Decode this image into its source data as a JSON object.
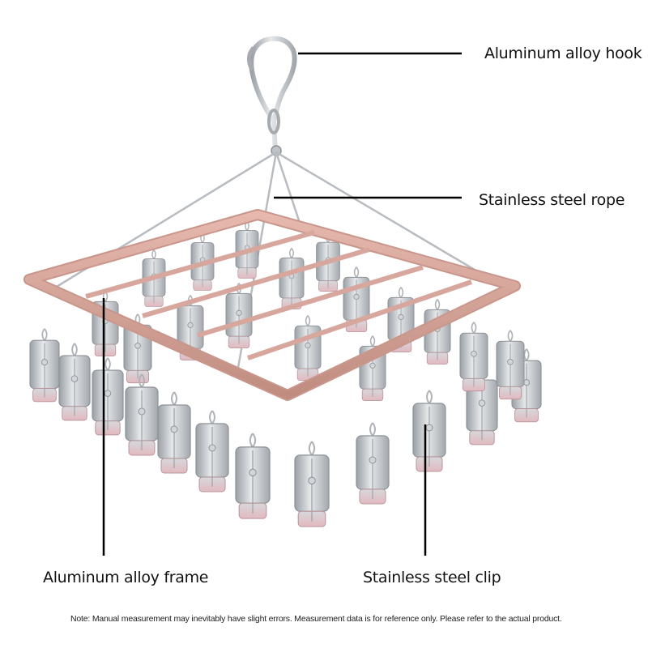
{
  "labels": {
    "hook": "Aluminum alloy hook",
    "rope": "Stainless steel rope",
    "frame": "Aluminum alloy frame",
    "clip": "Stainless steel clip"
  },
  "note": "Note: Manual measurement may inevitably have slight errors. Measurement data is for reference only. Please refer to the actual product.",
  "colors": {
    "frame": "#d9a79e",
    "frame_shadow": "#b98378",
    "steel": "#c9ccd0",
    "steel_dark": "#8d9298",
    "clip_tip": "#e8c3c8",
    "leader_line": "#000000"
  }
}
